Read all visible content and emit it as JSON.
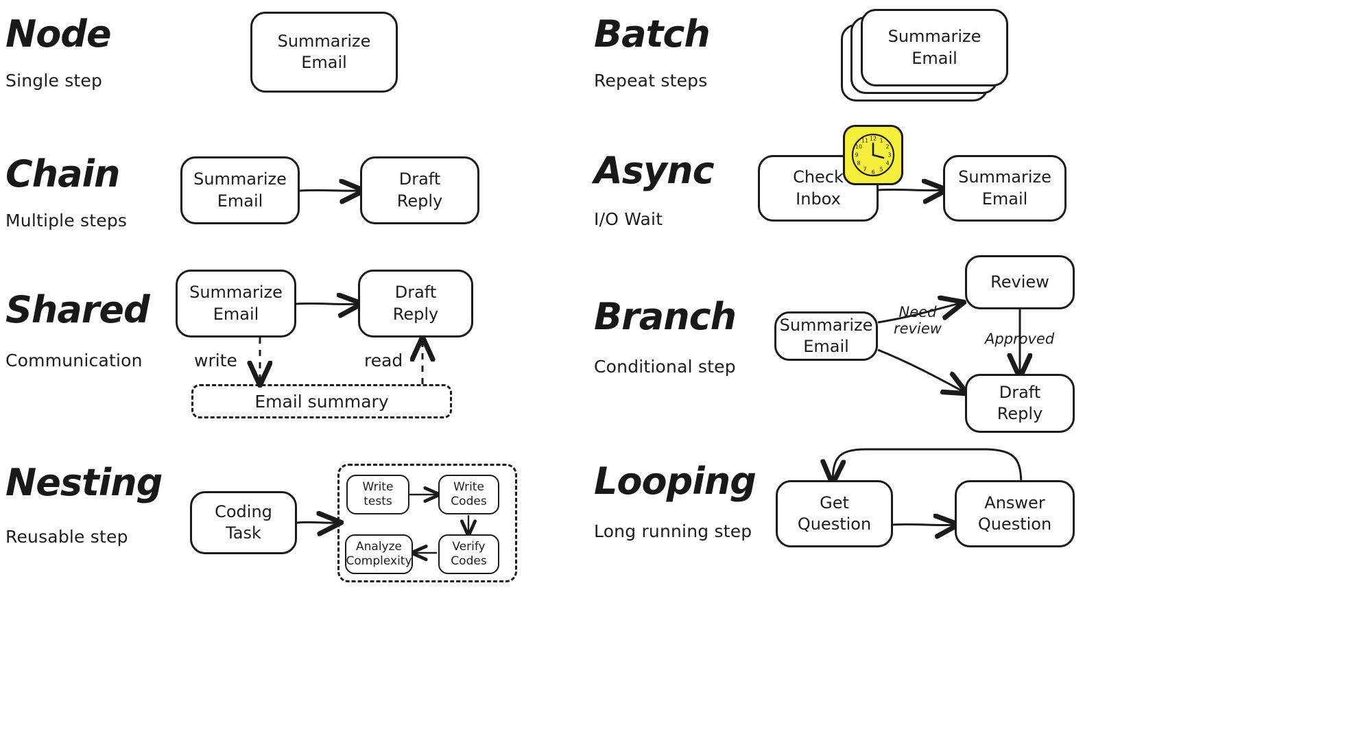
{
  "page": {
    "background": "#ffffff",
    "ink": "#1d1d1d",
    "accent_yellow": "#f6ee3c"
  },
  "sections": [
    {
      "id": "node",
      "title": "Node",
      "subtitle": "Single step",
      "nodes": [
        {
          "label": "Summarize\nEmail"
        }
      ]
    },
    {
      "id": "batch",
      "title": "Batch",
      "subtitle": "Repeat steps",
      "nodes": [
        {
          "label": "Summarize\nEmail"
        }
      ],
      "stack_count": 3
    },
    {
      "id": "chain",
      "title": "Chain",
      "subtitle": "Multiple steps",
      "nodes": [
        {
          "label": "Summarize\nEmail"
        },
        {
          "label": "Draft\nReply"
        }
      ]
    },
    {
      "id": "async",
      "title": "Async",
      "subtitle": "I/O Wait",
      "nodes": [
        {
          "label": "Check\nInbox"
        },
        {
          "label": "Summarize\nEmail"
        }
      ],
      "badge": "clock-icon"
    },
    {
      "id": "shared",
      "title": "Shared",
      "subtitle": "Communication",
      "nodes": [
        {
          "label": "Summarize\nEmail"
        },
        {
          "label": "Draft\nReply"
        }
      ],
      "store": {
        "label": "Email summary"
      },
      "edge_labels": [
        "write",
        "read"
      ]
    },
    {
      "id": "branch",
      "title": "Branch",
      "subtitle": "Conditional step",
      "nodes": [
        {
          "label": "Summarize\nEmail"
        },
        {
          "label": "Review"
        },
        {
          "label": "Draft\nReply"
        }
      ],
      "edge_labels": [
        "Need\nreview",
        "Approved"
      ]
    },
    {
      "id": "nesting",
      "title": "Nesting",
      "subtitle": "Reusable step",
      "nodes": [
        {
          "label": "Coding\nTask"
        }
      ],
      "sub_nodes": [
        {
          "label": "Write\ntests"
        },
        {
          "label": "Write\nCodes"
        },
        {
          "label": "Verify\nCodes"
        },
        {
          "label": "Analyze\nComplexity"
        }
      ]
    },
    {
      "id": "looping",
      "title": "Looping",
      "subtitle": "Long running step",
      "nodes": [
        {
          "label": "Get\nQuestion"
        },
        {
          "label": "Answer\nQuestion"
        }
      ]
    }
  ],
  "clock": {
    "numbers": [
      "12",
      "1",
      "2",
      "3",
      "4",
      "5",
      "6",
      "7",
      "8",
      "9",
      "10",
      "11"
    ]
  }
}
